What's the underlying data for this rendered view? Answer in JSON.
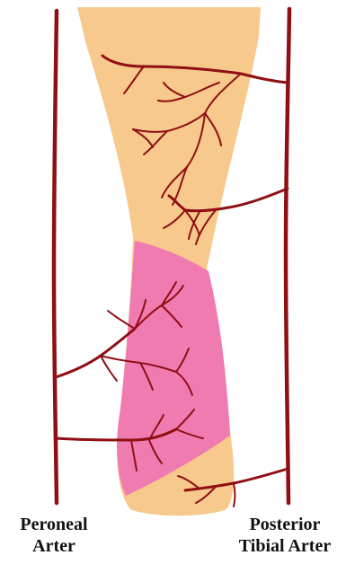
{
  "labels": {
    "left": {
      "line1": "Peroneal",
      "line2": "Arter"
    },
    "right": {
      "line1": "Posterior",
      "line2": "Tibial Arter"
    }
  },
  "colors": {
    "bone": "#f7c98c",
    "bone_highlight": "#fbd9a3",
    "pink_region": "#f07bb1",
    "artery": "#8f0f14",
    "background": "#ffffff"
  }
}
